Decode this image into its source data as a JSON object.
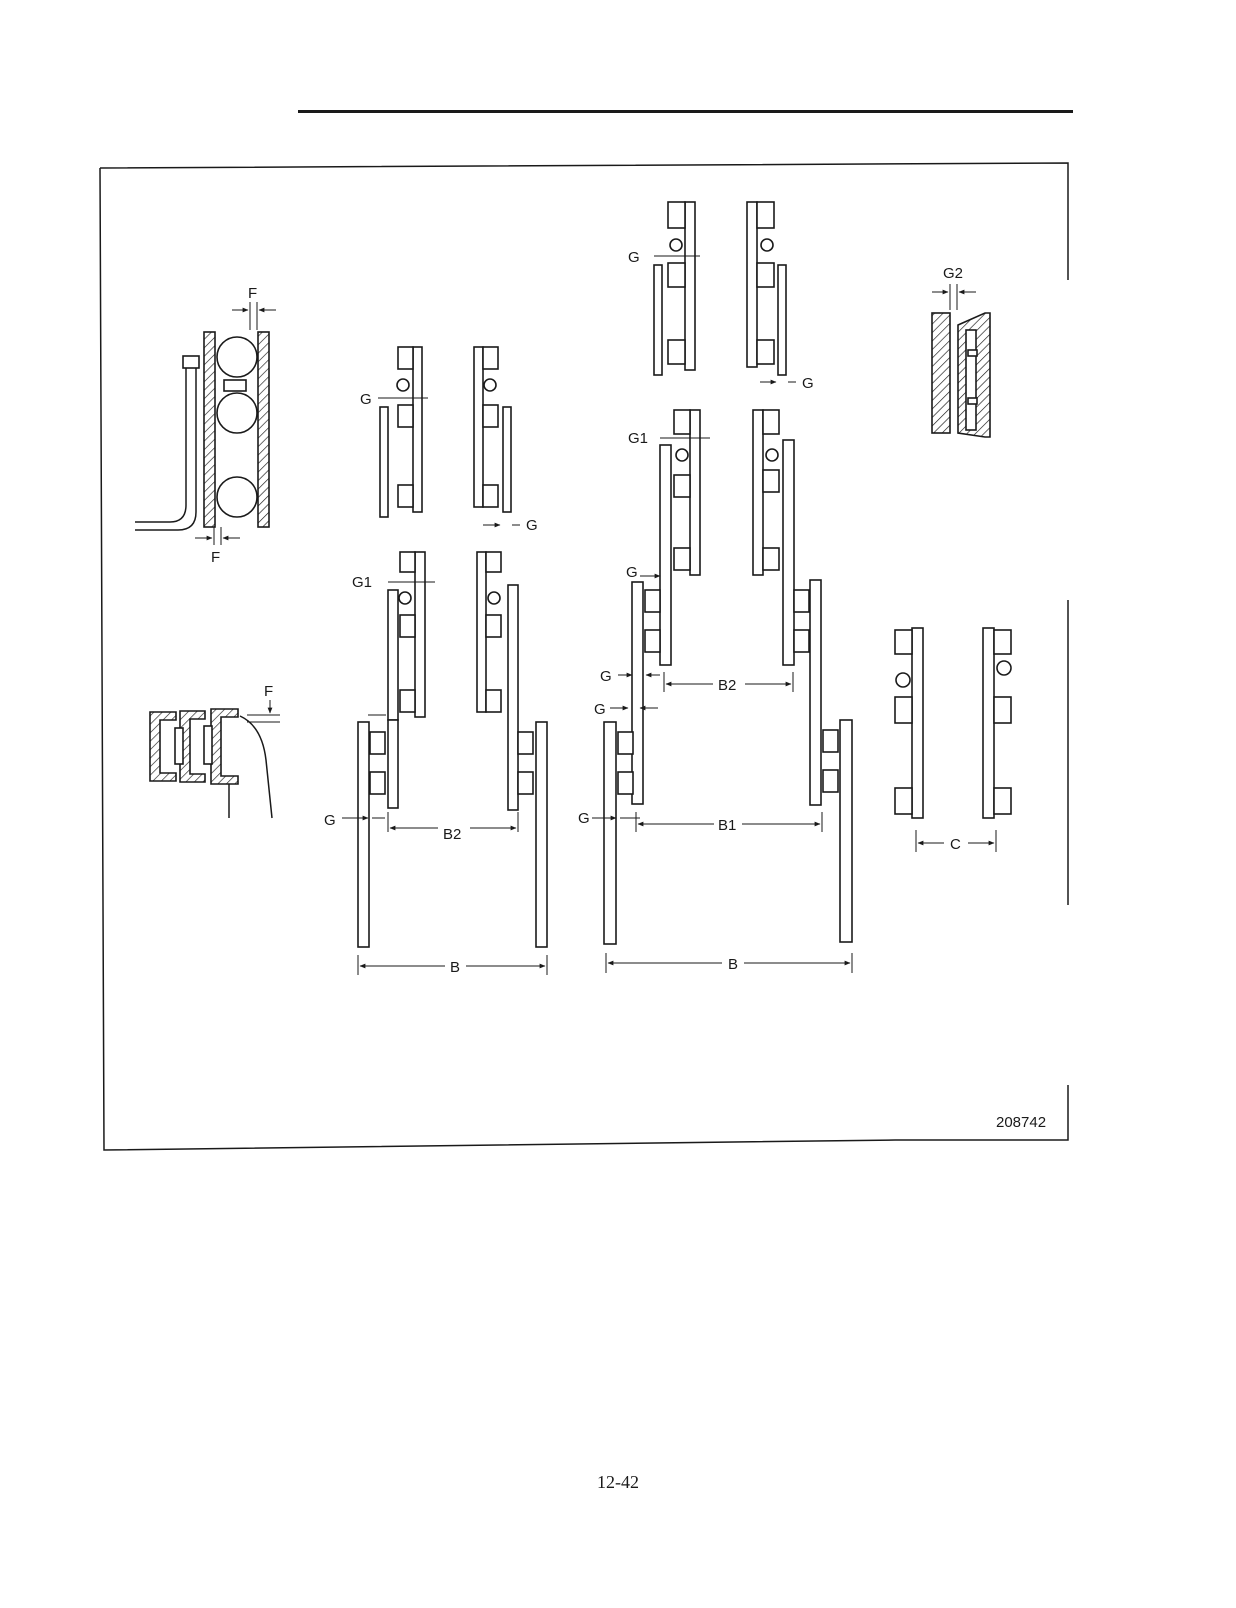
{
  "figure": {
    "number": "208742",
    "labels": {
      "F": "F",
      "G": "G",
      "G1": "G1",
      "G2": "G2",
      "B": "B",
      "B1": "B1",
      "B2": "B2",
      "C": "C"
    }
  },
  "page": {
    "number": "12-42"
  }
}
